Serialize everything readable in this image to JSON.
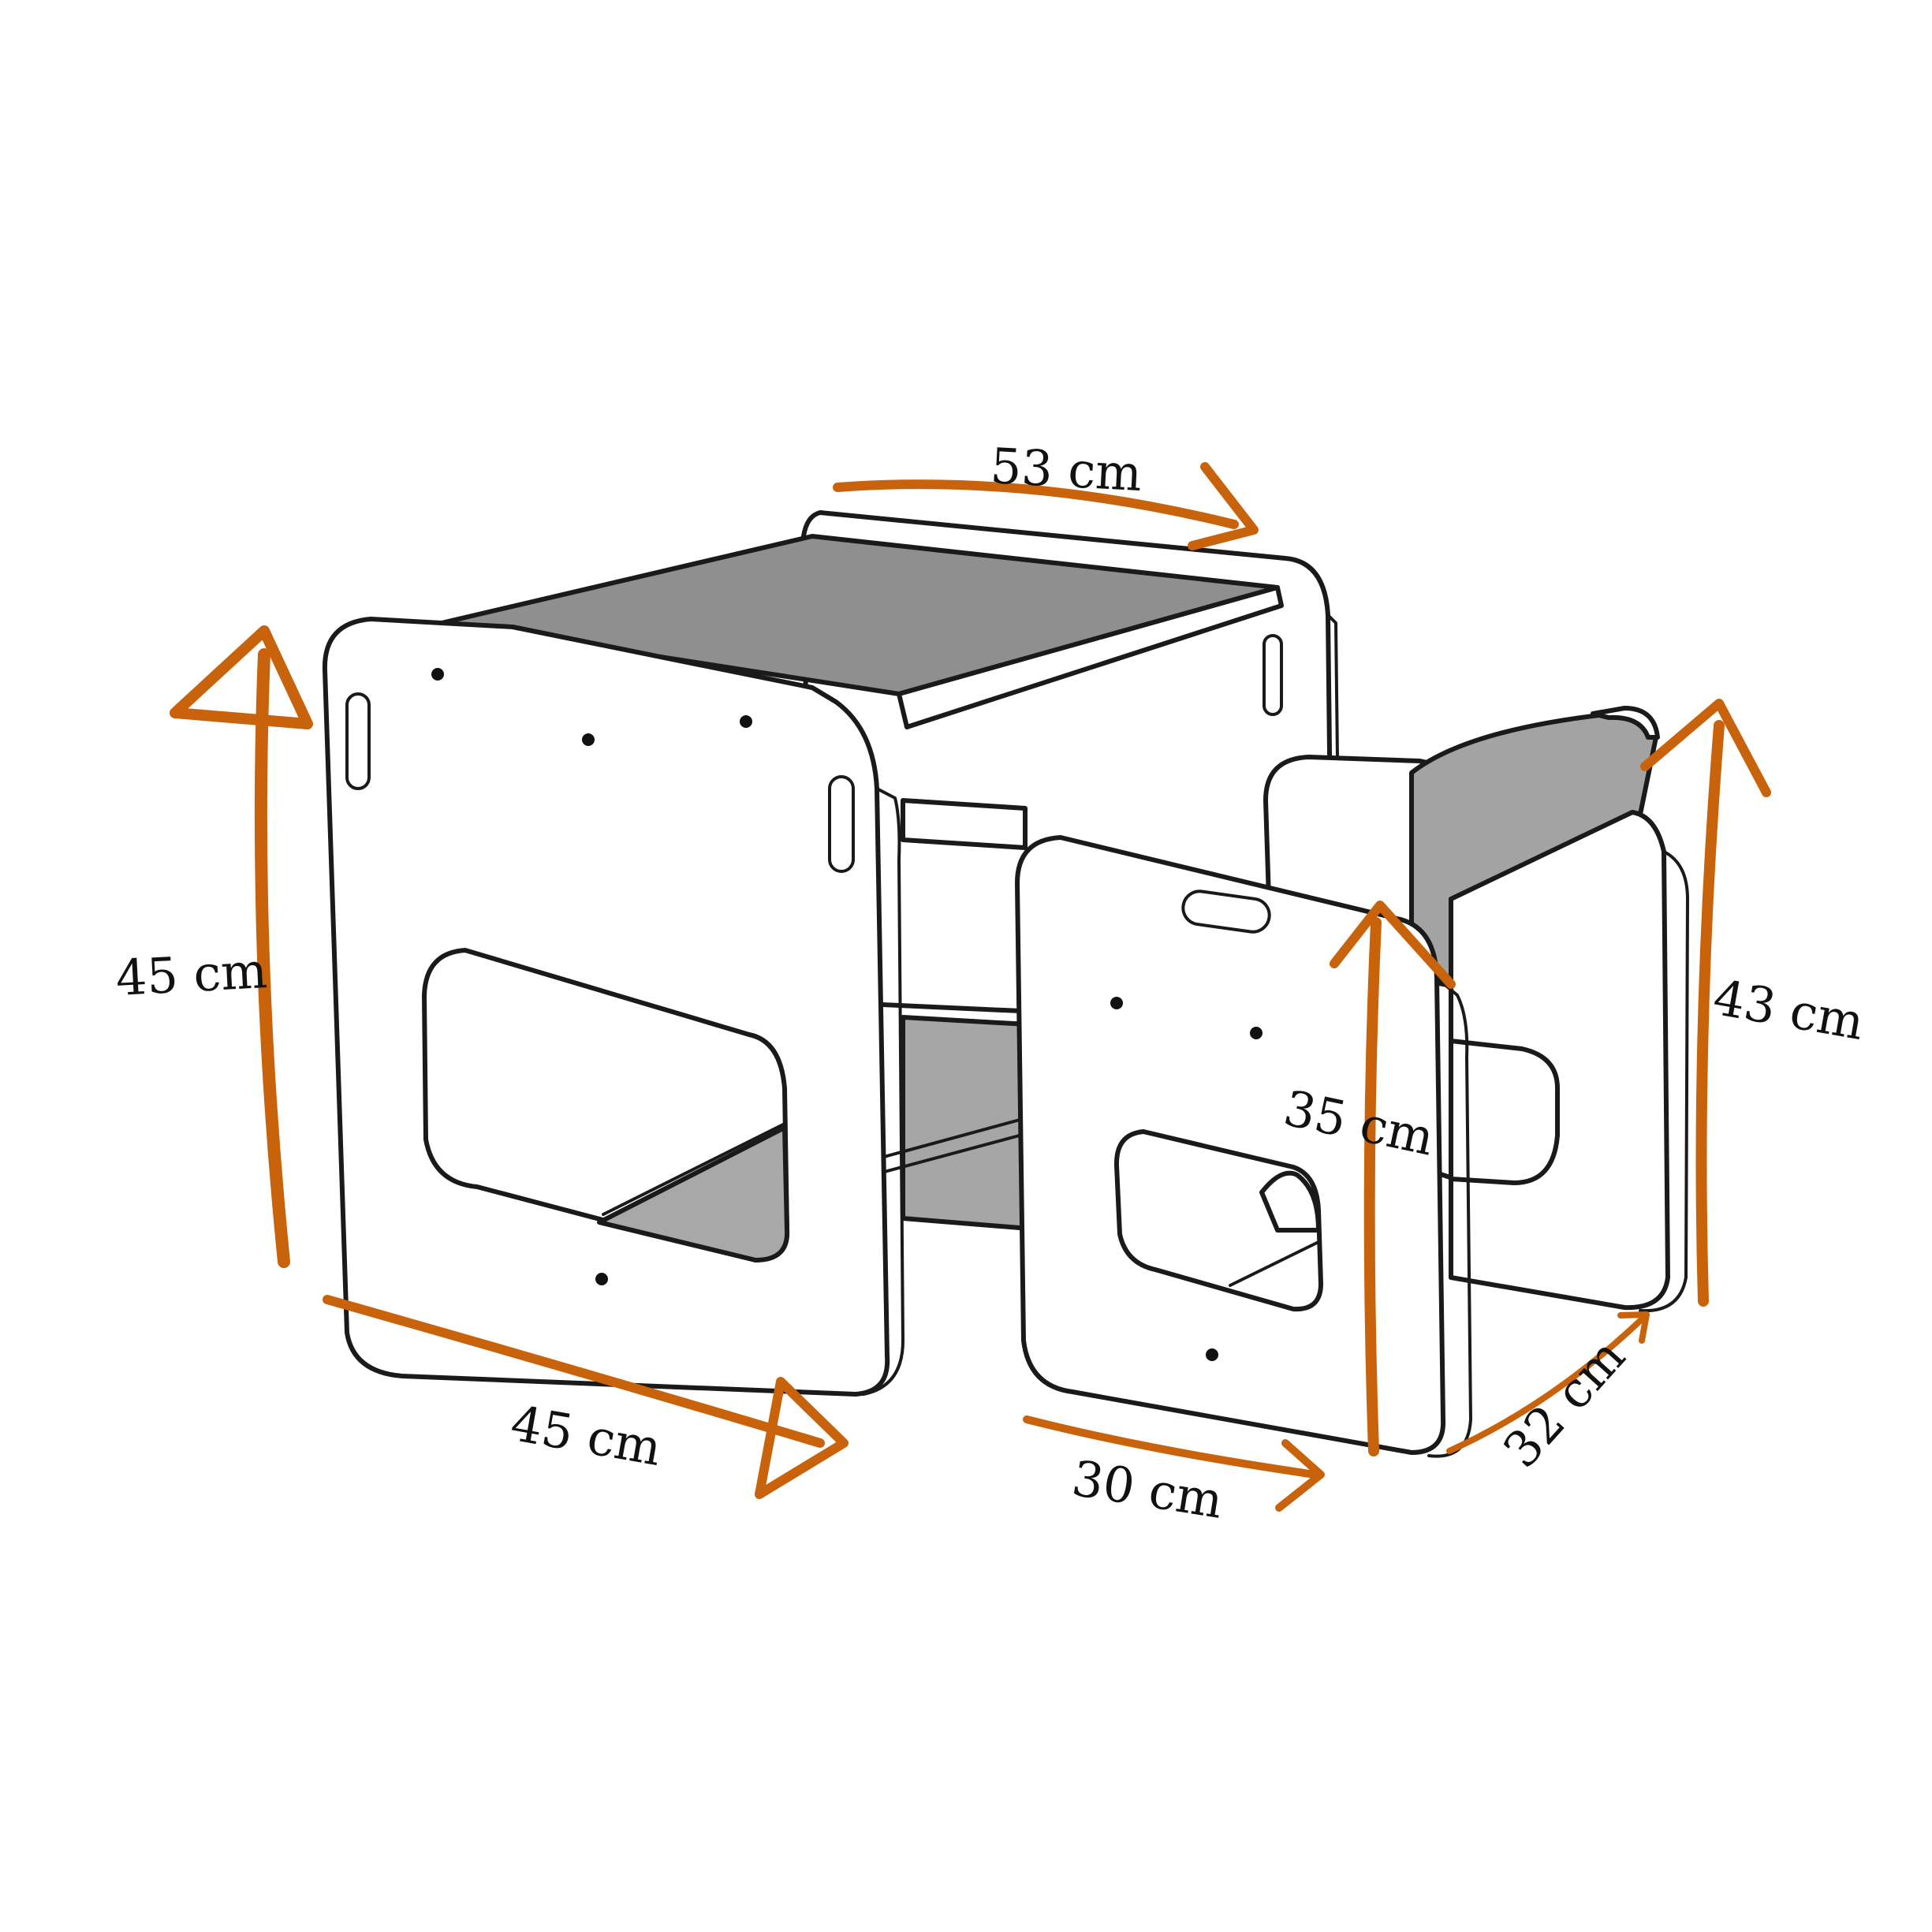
{
  "colors": {
    "arrow": "#c8630c",
    "outline": "#1a1a1a",
    "panel": "#ffffff",
    "shade": "#8f8f8f",
    "shade_light": "#a3a3a3"
  },
  "dimensions": {
    "table_width": "53 cm",
    "table_height": "45 cm",
    "table_depth": "45 cm",
    "chair_seat_height": "35 cm",
    "chair_back_height": "43 cm",
    "chair_width": "30 cm",
    "chair_depth": "32 cm"
  }
}
